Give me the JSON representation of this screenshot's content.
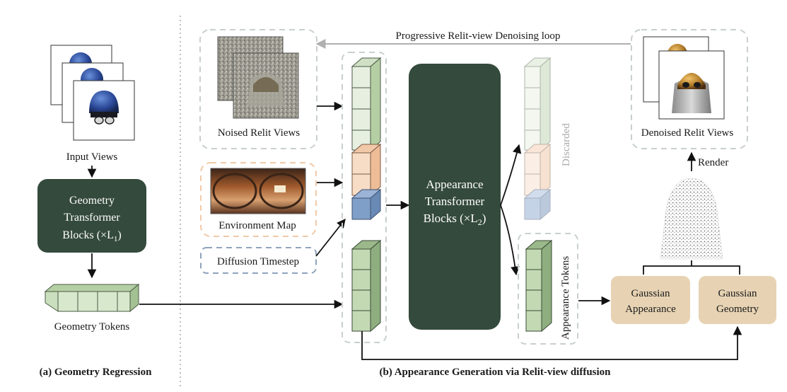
{
  "panel_a": {
    "input_views_label": "Input Views",
    "geometry_block": {
      "line1": "Geometry",
      "line2": "Transformer",
      "line3": "Blocks (×L",
      "subscript": "1",
      "close": ")"
    },
    "geometry_tokens_label": "Geometry Tokens",
    "caption": "(a) Geometry Regression"
  },
  "panel_b": {
    "loop_label": "Progressive Relit-view Denoising loop",
    "noised_label": "Noised Relit Views",
    "env_label": "Environment Map",
    "timestep_label": "Diffusion Timestep",
    "appearance_block": {
      "line1": "Appearance",
      "line2": "Transformer",
      "line3": "Blocks (×L",
      "subscript": "2",
      "close": ")"
    },
    "discarded_label": "Discarded",
    "appearance_tokens_label": "Appearance Tokens",
    "gaussian_appearance": {
      "line1": "Gaussian",
      "line2": "Appearance"
    },
    "gaussian_geometry": {
      "line1": "Gaussian",
      "line2": "Geometry"
    },
    "denoised_label": "Denoised Relit Views",
    "render_label": "Render",
    "caption": "(b) Appearance Generation via Relit-view diffusion"
  },
  "colors": {
    "dark_block": "#344a3c",
    "token_green": "#d8e8cd",
    "token_green_side": "#b5cfa5",
    "token_peach": "#f7dcc6",
    "token_blue": "#7f9fc8",
    "gaussian_box": "#e7d3b3",
    "dashed_gray": "#c8d0cc",
    "dashed_peach": "#f0c9a8",
    "dashed_blue": "#8fa3bd"
  }
}
